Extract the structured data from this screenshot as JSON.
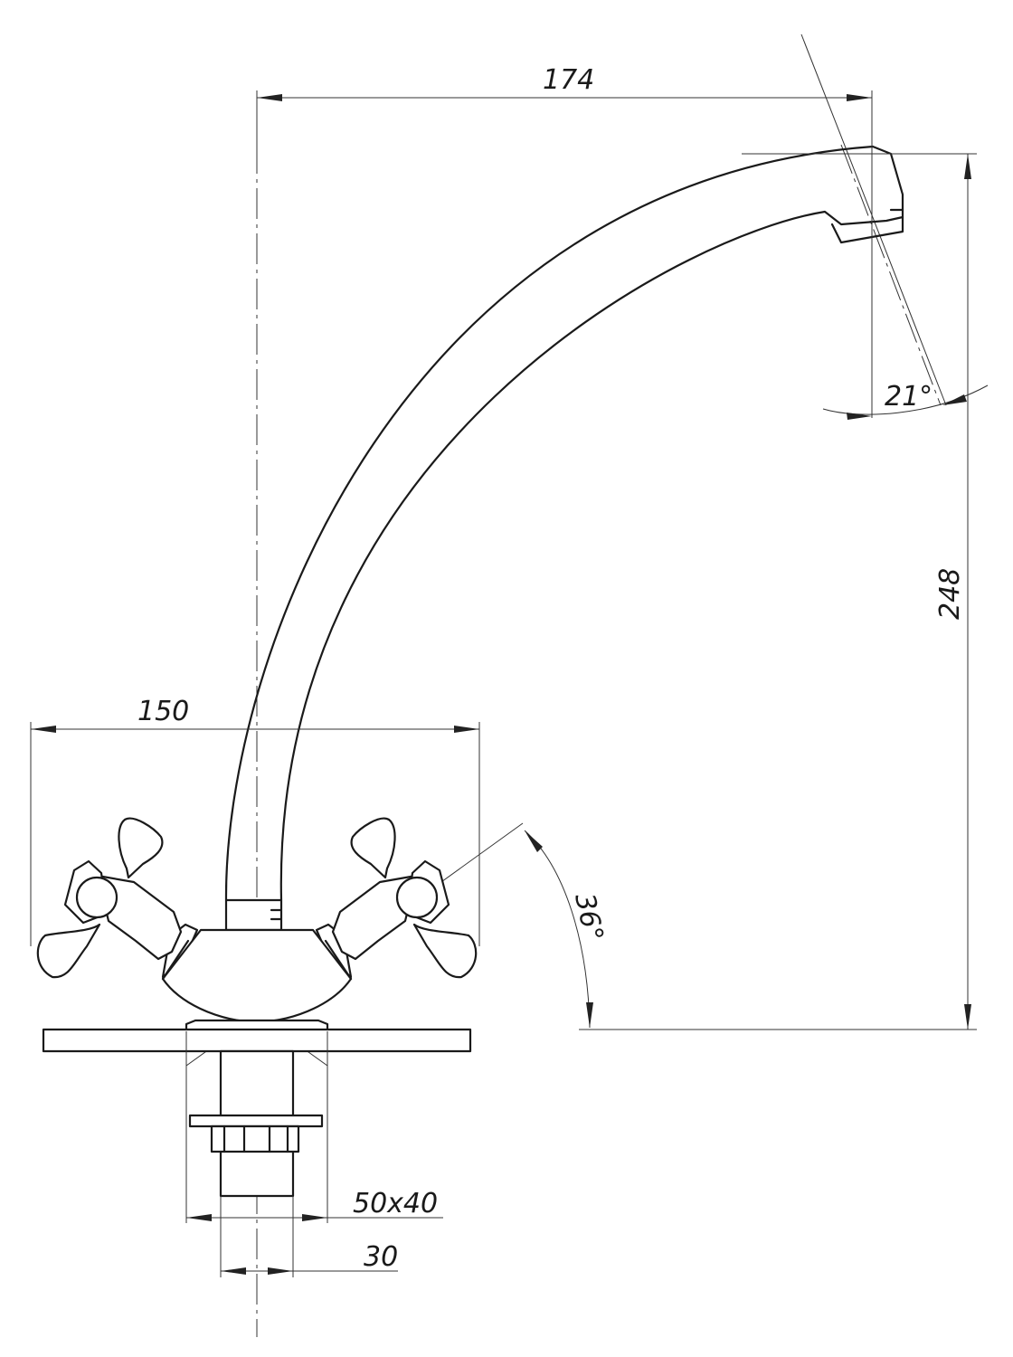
{
  "dimensions": {
    "spout_reach": "174",
    "spout_height": "248",
    "base_width": "150",
    "spout_angle": "21°",
    "handle_angle": "36°",
    "shank_size": "50x40",
    "shank_diameter": "30"
  },
  "colors": {
    "line": "#1a1a1a",
    "background": "#ffffff"
  }
}
